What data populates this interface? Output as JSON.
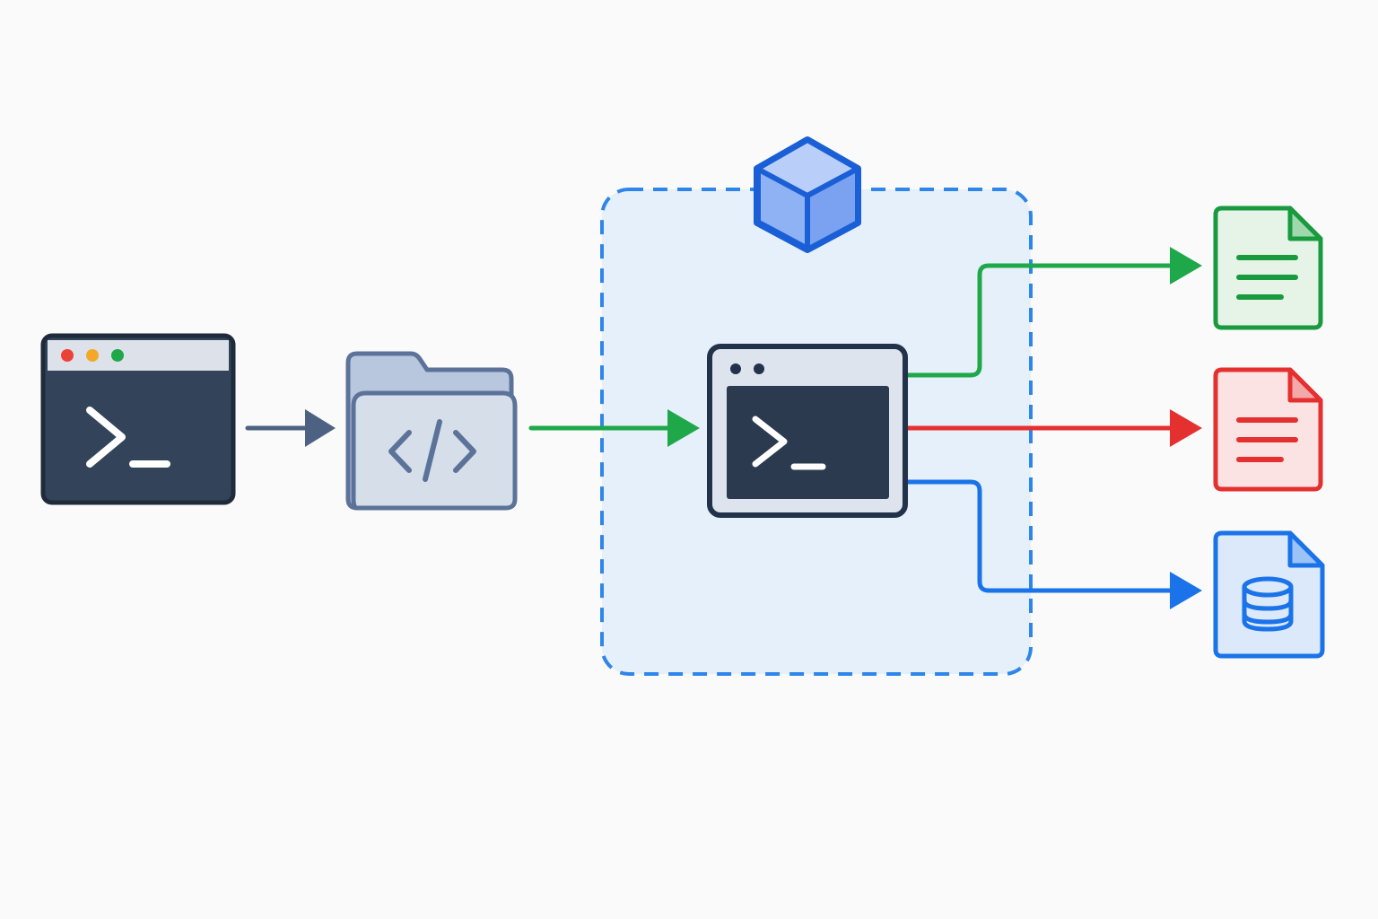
{
  "diagram": {
    "background": "#fafafa",
    "nodes": [
      {
        "id": "host-terminal",
        "icon": "terminal-window-icon",
        "color": "#2d3b4e"
      },
      {
        "id": "code-folder",
        "icon": "code-folder-icon",
        "color": "#5c7399"
      },
      {
        "id": "container",
        "icon": "cube-icon",
        "color": "#1a73e8"
      },
      {
        "id": "container-terminal",
        "icon": "terminal-window-icon",
        "color": "#22324a"
      },
      {
        "id": "output-document",
        "icon": "document-lines-icon",
        "color": "#1a9a3f"
      },
      {
        "id": "error-document",
        "icon": "document-lines-icon",
        "color": "#e53030"
      },
      {
        "id": "data-file",
        "icon": "database-file-icon",
        "color": "#1a73e8"
      }
    ],
    "edges": [
      {
        "from": "host-terminal",
        "to": "code-folder",
        "color": "#4d6182"
      },
      {
        "from": "code-folder",
        "to": "container-terminal",
        "color": "#1fa84a"
      },
      {
        "from": "container-terminal",
        "to": "output-document",
        "color": "#1fa84a"
      },
      {
        "from": "container-terminal",
        "to": "error-document",
        "color": "#e53030"
      },
      {
        "from": "container-terminal",
        "to": "data-file",
        "color": "#1a73e8"
      }
    ],
    "colors": {
      "dark": "#2d3b4e",
      "slate": "#5c7399",
      "green": "#1fa84a",
      "red": "#e53030",
      "blue": "#1a73e8",
      "container_fill": "#e6f0fb",
      "container_border": "#2f86ea"
    }
  }
}
